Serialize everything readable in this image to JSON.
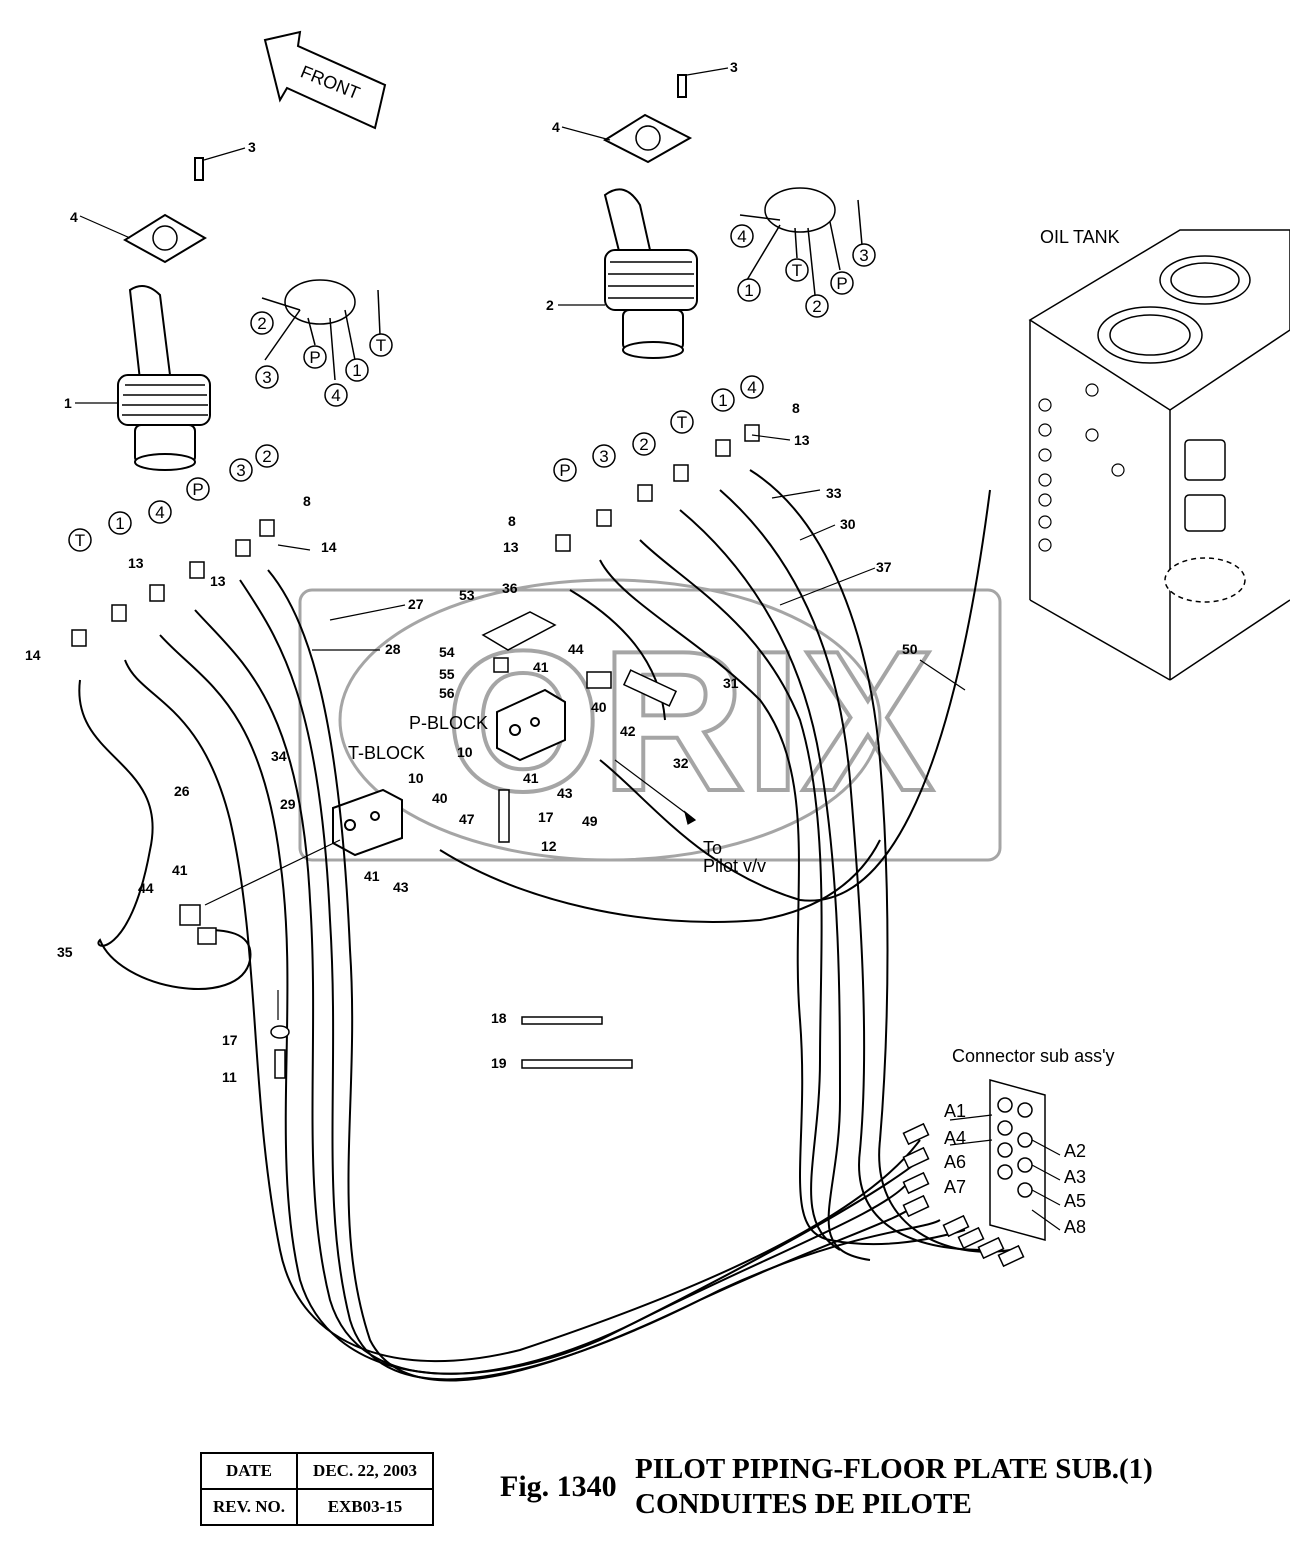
{
  "front_label": "FRONT",
  "oil_tank_label": "OIL TANK",
  "connector_label": "Connector sub ass'y",
  "p_block_label": "P-BLOCK",
  "t_block_label": "T-BLOCK",
  "to_pilot_line1": "To",
  "to_pilot_line2": "Pilot v/v",
  "watermark_text": "ORIX",
  "port_labels": [
    "A1",
    "A4",
    "A6",
    "A7",
    "A2",
    "A3",
    "A5",
    "A8"
  ],
  "left_pattern": [
    "2",
    "3",
    "P",
    "4",
    "1",
    "T"
  ],
  "right_pattern": [
    "4",
    "1",
    "T",
    "2",
    "P",
    "3"
  ],
  "left_hose_tags": [
    "T",
    "1",
    "4",
    "P",
    "3",
    "2"
  ],
  "right_hose_tags": [
    "P",
    "3",
    "2",
    "T",
    "1",
    "4"
  ],
  "part_numbers": [
    "1",
    "2",
    "3",
    "4",
    "8",
    "10",
    "11",
    "12",
    "13",
    "14",
    "17",
    "18",
    "19",
    "26",
    "27",
    "28",
    "29",
    "30",
    "31",
    "32",
    "33",
    "34",
    "35",
    "36",
    "37",
    "40",
    "41",
    "42",
    "43",
    "44",
    "47",
    "49",
    "50",
    "53",
    "54",
    "55",
    "56"
  ],
  "title_block": {
    "date_label": "DATE",
    "date_value": "DEC. 22, 2003",
    "rev_label": "REV. NO.",
    "rev_value": "EXB03-15"
  },
  "figure": {
    "number": "Fig. 1340",
    "title_en": "PILOT PIPING-FLOOR PLATE SUB.(1)",
    "title_fr": "CONDUITES DE PILOTE"
  }
}
